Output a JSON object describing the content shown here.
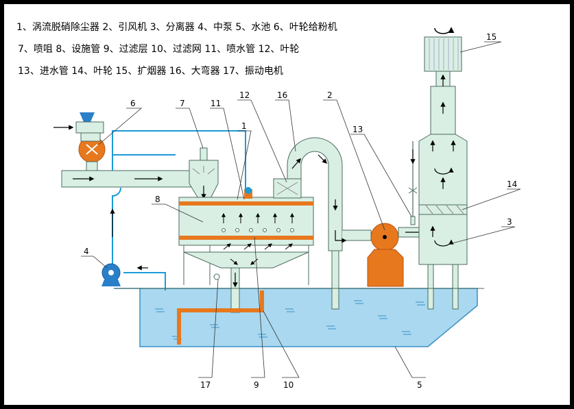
{
  "legend": {
    "line1": "1、涡流脱硝除尘器 2、引风机 3、分离器 4、中泵 5、水池 6、叶轮给粉机",
    "line2": "7、喷咀 8、设施管 9、过滤层 10、过滤网 11、喷水管 12、叶轮",
    "line3": "13、进水管 14、叶轮 15、扩烟器 16、大弯器 17、振动电机"
  },
  "callouts": [
    {
      "num": "1"
    },
    {
      "num": "2"
    },
    {
      "num": "3"
    },
    {
      "num": "4"
    },
    {
      "num": "5"
    },
    {
      "num": "6"
    },
    {
      "num": "7"
    },
    {
      "num": "8"
    },
    {
      "num": "9"
    },
    {
      "num": "10"
    },
    {
      "num": "11"
    },
    {
      "num": "12"
    },
    {
      "num": "13"
    },
    {
      "num": "14"
    },
    {
      "num": "15"
    },
    {
      "num": "16"
    },
    {
      "num": "17"
    }
  ],
  "colors": {
    "equipment": "#d9efe4",
    "outline": "#4a6a5c",
    "water": "#a9d8f0",
    "water_edge": "#3a8fc4",
    "orange": "#e7781e",
    "pipe_blue": "#1a9bd6",
    "pump_blue": "#2a7fc9"
  }
}
